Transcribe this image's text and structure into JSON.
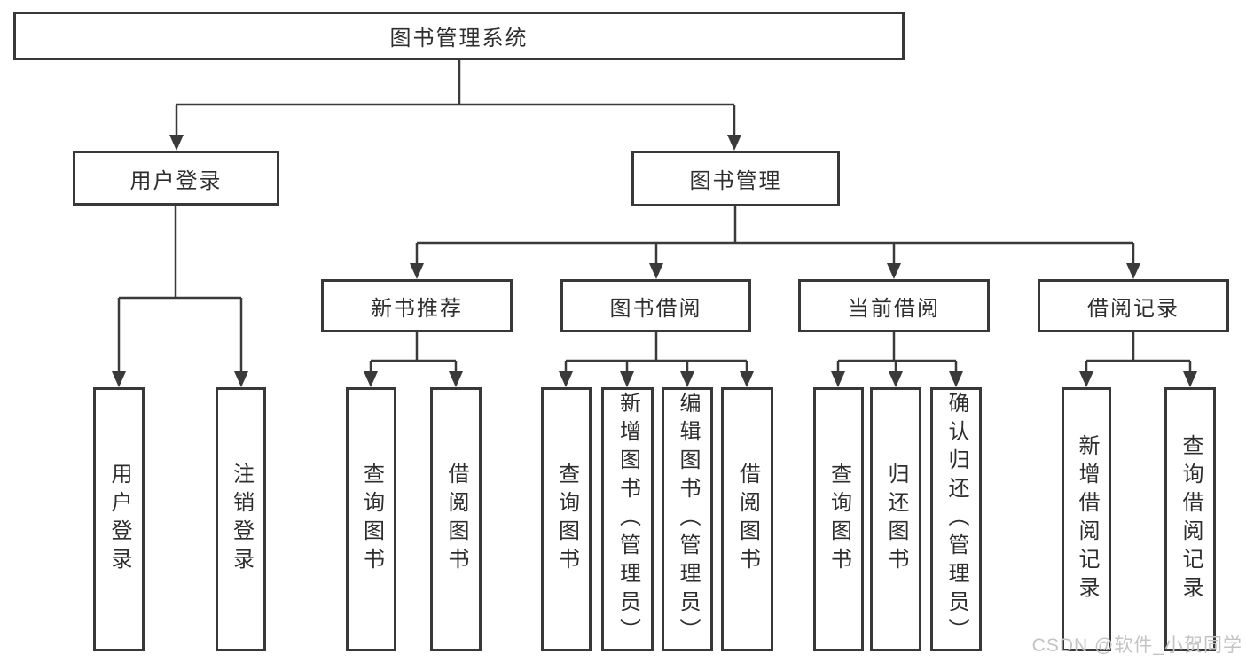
{
  "nodes": {
    "root": "图书管理系统",
    "level2": [
      "用户登录",
      "图书管理"
    ],
    "level3": [
      "新书推荐",
      "图书借阅",
      "当前借阅",
      "借阅记录"
    ],
    "leaves": {
      "user_login": [
        "用户登录",
        "注销登录"
      ],
      "new_book_rec": [
        "查询图书",
        "借阅图书"
      ],
      "book_borrow": [
        "查询图书",
        "新增图书（管理员）",
        "编辑图书（管理员）",
        "借阅图书"
      ],
      "current_borrow": [
        "查询图书",
        "归还图书",
        "确认归还（管理员）"
      ],
      "borrow_records": [
        "新增借阅记录",
        "查询借阅记录"
      ]
    }
  },
  "watermark": "CSDN @软件_小贺同学",
  "colors": {
    "line": "#3a3a3a",
    "border": "#383838",
    "text": "#2e2e2e",
    "watermark": "#c4c4c4",
    "background": "#ffffff"
  }
}
